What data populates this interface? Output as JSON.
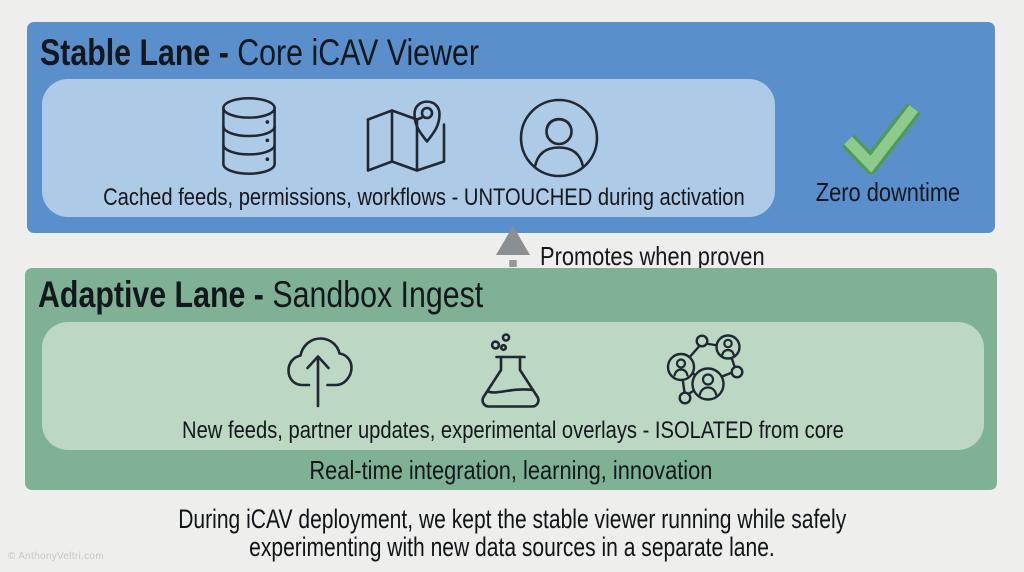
{
  "slide": {
    "background": "#EEEEEC",
    "watermark": "© AnthonyVeltri.com",
    "caption": {
      "line1": "During iCAV deployment, we kept the stable viewer running while safely",
      "line2": "experimenting with new data sources in a separate lane."
    }
  },
  "stable_lane": {
    "title_bold": "Stable Lane - ",
    "title_regular": "Core iCAV Viewer",
    "panel_text": "Cached feeds, permissions, workflows - UNTOUCHED during activation",
    "icons": [
      "database-icon",
      "map-location-icon",
      "user-avatar-icon"
    ],
    "colors": {
      "lane": "#5990CB",
      "panel": "#ADCBE6"
    },
    "status": {
      "label": "Zero downtime",
      "icon": "checkmark-icon",
      "check_fill": "#8FCA8D",
      "check_border": "#4E9B52"
    }
  },
  "promotion": {
    "label": "Promotes when proven",
    "icon": "dashed-up-arrow-icon",
    "arrow_color": "#8A8F93"
  },
  "adaptive_lane": {
    "title_bold": "Adaptive Lane - ",
    "title_regular": "Sandbox Ingest",
    "panel_text": "New feeds, partner updates, experimental overlays - ISOLATED from core",
    "caption": "Real-time integration, learning, innovation",
    "icons": [
      "cloud-upload-icon",
      "flask-icon",
      "network-users-icon"
    ],
    "colors": {
      "lane": "#7FB294",
      "panel": "#BCD7C2"
    }
  }
}
